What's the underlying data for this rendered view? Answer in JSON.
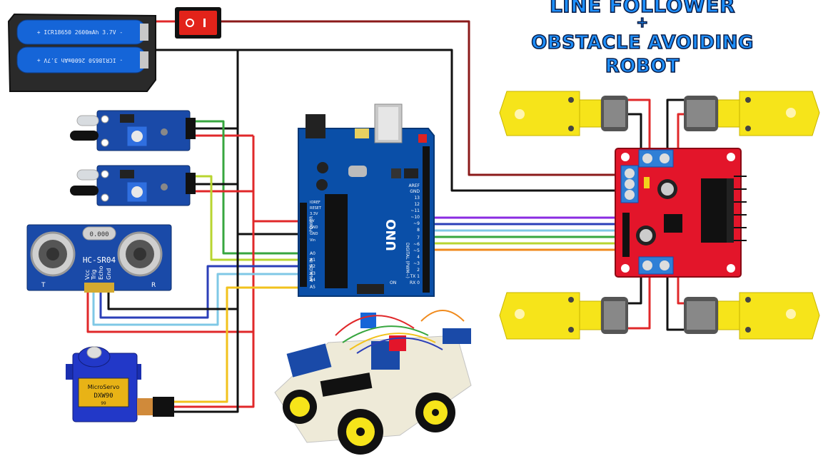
{
  "title": {
    "line1": "LINE FOLLOWER",
    "plus": "+",
    "line2": "OBSTACLE AVOIDING",
    "line3": "ROBOT"
  },
  "battery": {
    "cell_top": "+ ICR18650 2600mAh 3.7V -",
    "cell_bottom": "- ICR18650 2600mAh 3.7V +"
  },
  "arduino": {
    "model": "UNO",
    "aref": "AREF",
    "gnd_top": "GND",
    "digital_pins": [
      "13",
      "12",
      "~11",
      "~10",
      "~9",
      "8",
      "7",
      "~6",
      "~5",
      "4",
      "~3",
      "2",
      "TX 1",
      "RX 0"
    ],
    "digital_label": "DIGITAL (PWM~)",
    "power_pins": [
      "IOREF",
      "RESET",
      "3.3V",
      "5V",
      "GND",
      "GND",
      "Vin"
    ],
    "power_label": "POWER",
    "analog_pins": [
      "A0",
      "A1",
      "A2",
      "A3",
      "A4",
      "A5"
    ],
    "analog_label": "ANALOG IN",
    "on_label": "ON"
  },
  "ultrasonic": {
    "model": "HC-SR04",
    "crystal": "0.000",
    "pins": [
      "Vcc",
      "Trig",
      "Echo",
      "Gnd"
    ],
    "t": "T",
    "r": "R"
  },
  "servo": {
    "brand": "MicroServo",
    "model": "DXW90",
    "sub": "99"
  },
  "colors": {
    "red": "#e0282a",
    "black": "#111111",
    "green": "#37a63f",
    "lime": "#b8d530",
    "yellow": "#f2c21c",
    "blue": "#2b3fb8",
    "lightblue": "#7fc8e6",
    "darkred": "#8b1a1a",
    "purple": "#8a2be2",
    "orange": "#f08a1c",
    "arduino": "#0a4fa8",
    "driver": "#e3152a",
    "motor": "#f6e41a"
  }
}
